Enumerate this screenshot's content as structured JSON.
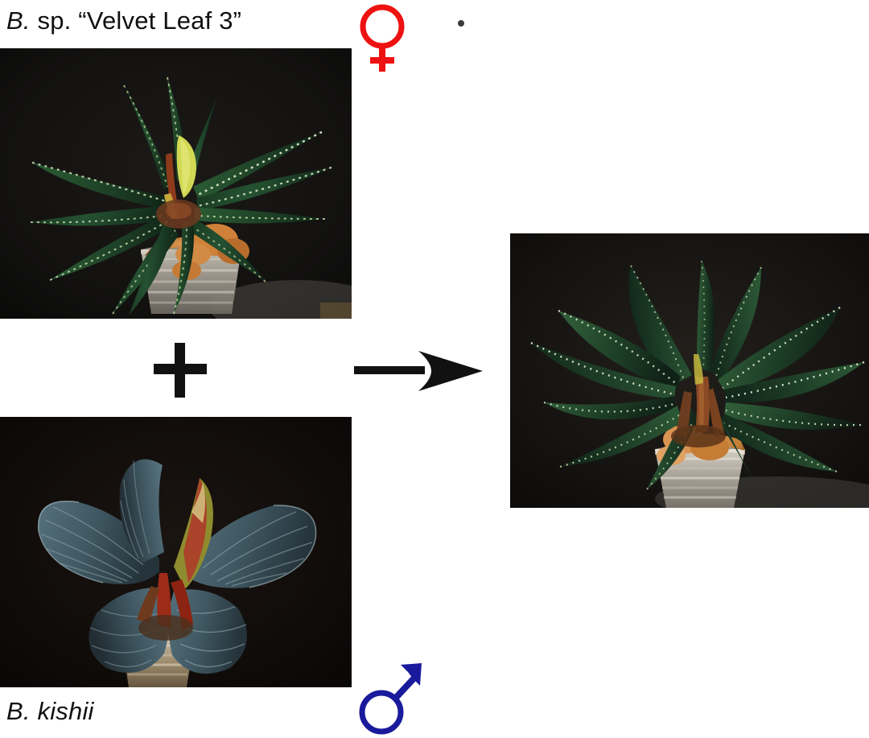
{
  "figure": {
    "type": "plant-hybrid-cross-diagram",
    "background_color": "#ffffff"
  },
  "labels": {
    "female_parent": {
      "genus_abbrev": "B.",
      "rest": " sp. “Velvet Leaf 3”",
      "full": "B. sp. “Velvet Leaf 3”"
    },
    "male_parent": {
      "genus_abbrev": "B.",
      "rest": " kishii",
      "full": "B. kishii"
    }
  },
  "symbols": {
    "female": {
      "glyph": "♀",
      "name": "venus-symbol",
      "color": "#ee1111"
    },
    "male": {
      "glyph": "♂",
      "name": "mars-symbol",
      "color": "#1a1a9c"
    },
    "plus": {
      "glyph": "+",
      "color": "#111111"
    },
    "arrow": {
      "glyph": "→",
      "color": "#111111"
    },
    "marker_dot": {
      "color": "#3a3a3a"
    }
  },
  "photos": {
    "female_parent": {
      "subject": "B. sp. “Velvet Leaf 3”",
      "description": "Rosette of narrow lanceolate dark-green leaves with pale serrated margins, yellow-green spathe at center, orange gravel in a clear ribbed plastic cup on a black background",
      "background_color": "#11100e",
      "leaf_color": "#1d4226",
      "leaf_highlight": "#9fbf7c",
      "margin_dot_color": "#e8f0cf",
      "spathe_color": "#cfd84a",
      "gravel_color": "#c1762f",
      "cup_color": "#b6b0a4"
    },
    "male_parent": {
      "subject": "B. kishii",
      "description": "Rosette of broad rounded blue-grey leaves with parallel veining, a red-and-green emerging leaf at center, red petioles, in a ribbed plastic cup on a black background",
      "background_color": "#0d0a09",
      "leaf_color": "#47606b",
      "leaf_highlight": "#8fa6ae",
      "new_leaf_colors": [
        "#b23a18",
        "#7d8b33"
      ],
      "petiole_color": "#9c2b18",
      "cup_color": "#b2a58f"
    },
    "hybrid": {
      "subject": "hybrid offspring",
      "description": "Rosette of broad lanceolate dark-green leaves with white-dotted serrated margins, reddish-brown petioles, orange gravel in a clear ribbed plastic cup on a black background",
      "background_color": "#171512",
      "leaf_color": "#22442a",
      "leaf_highlight": "#7d9c66",
      "margin_dot_color": "#eef3e2",
      "petiole_color": "#8a4a25",
      "gravel_color": "#cf8a40",
      "cup_color": "#c3bdb1"
    }
  }
}
